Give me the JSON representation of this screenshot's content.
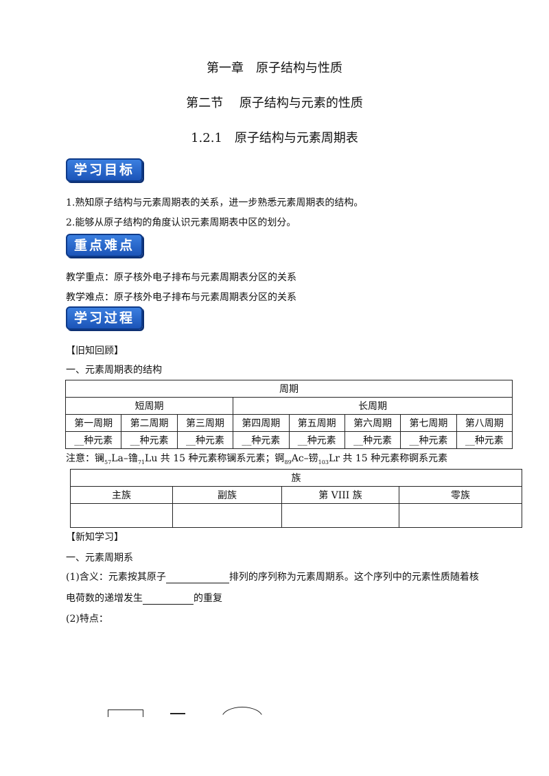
{
  "titles": {
    "chapter": "第一章　原子结构与性质",
    "section": "第二节　 原子结构与元素的性质",
    "lesson": "1.2.1　原子结构与元素周期表"
  },
  "banners": {
    "goals": "学习目标",
    "keypoints": "重点难点",
    "process": "学习过程"
  },
  "goals": [
    "1.熟知原子结构与元素周期表的关系，进一步熟悉元素周期表的结构。",
    "2.能够从原子结构的角度认识元素周期表中区的划分。"
  ],
  "keypoints": {
    "key": "教学重点：原子核外电子排布与元素周期表分区的关系",
    "difficult": "教学难点：原子核外电子排布与元素周期表分区的关系"
  },
  "review": {
    "heading": "【旧知回顾】",
    "sub": "一、元素周期表的结构"
  },
  "period_table": {
    "title": "周期",
    "short": "短周期",
    "long": "长周期",
    "periods": [
      "第一周期",
      "第二周期",
      "第三周期",
      "第四周期",
      "第五周期",
      "第六周期",
      "第七周期",
      "第八周期"
    ],
    "blank_cell": "__种元素"
  },
  "note": {
    "a": "注意：镧",
    "sub1": "57",
    "b": "La–镥",
    "sub2": "71",
    "c": "Lu 共 15 种元素称镧系元素；锕",
    "sub3": "89",
    "d": "Ac–铹",
    "sub4": "103",
    "e": "Lr 共 15 种元素称锕系元素"
  },
  "group_table": {
    "title": "族",
    "cols": [
      "主族",
      "副族",
      "第 VIII 族",
      "零族"
    ]
  },
  "new": {
    "heading": "【新知学习】",
    "sub": "一、元素周期系",
    "def_a": "(1)含义：元素按其原子",
    "def_b": "排列的序列称为元素周期系。这个序列中的元素性质随着核",
    "def_c": "电荷数的递增发生",
    "def_d": "的重复",
    "feature": "(2)特点："
  }
}
